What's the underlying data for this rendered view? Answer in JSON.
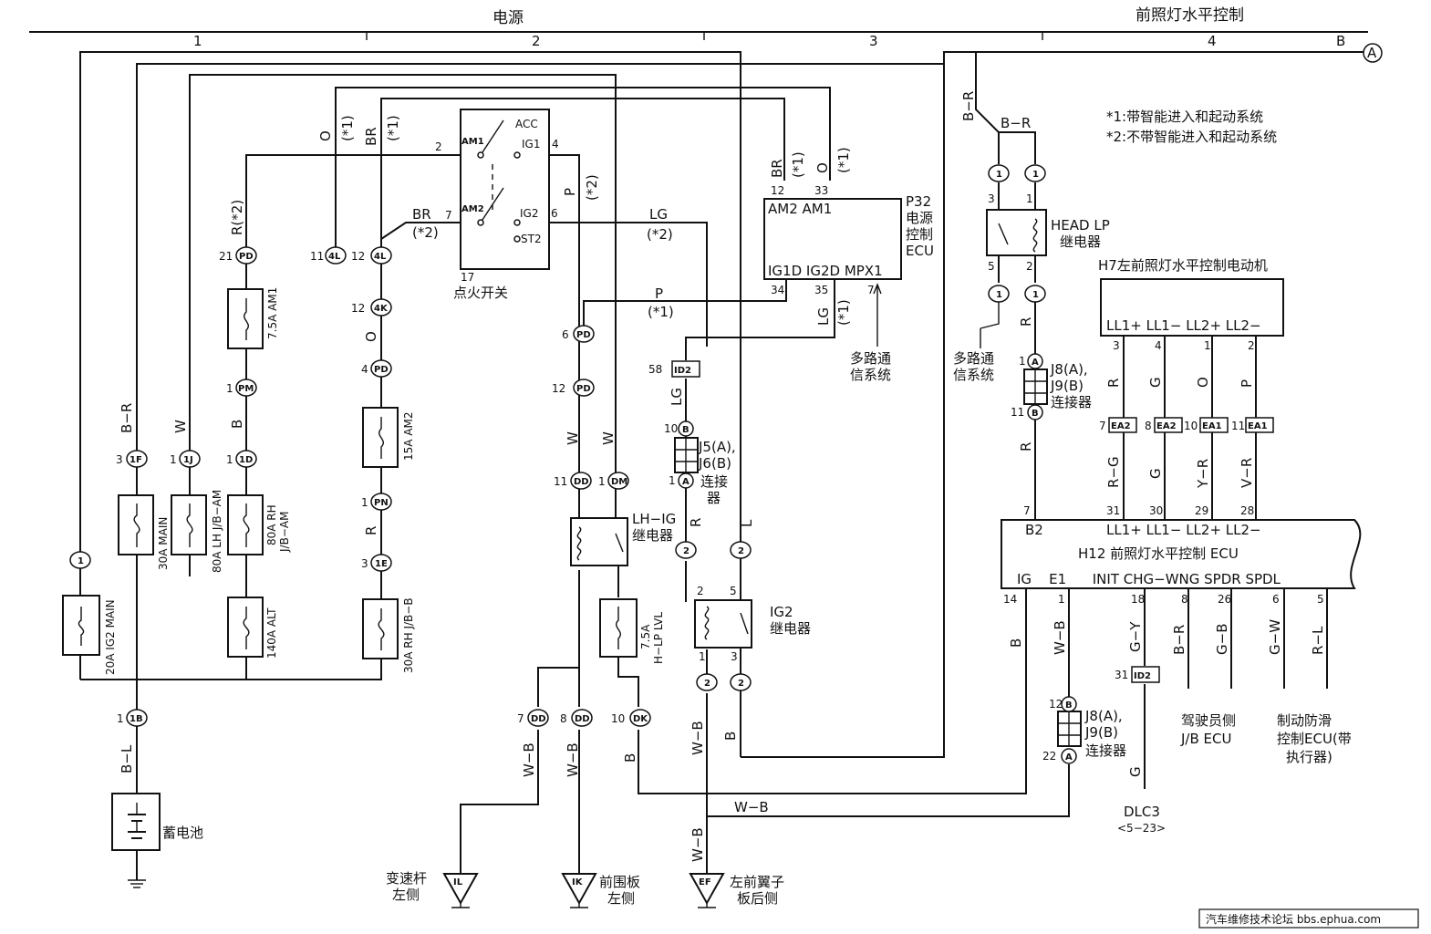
{
  "header": {
    "section_power": "电源",
    "section_headlight": "前照灯水平控制",
    "cols": [
      "1",
      "2",
      "3",
      "4"
    ],
    "b_label": "B",
    "ref_a": "A"
  },
  "notes": {
    "note1": "*1:带智能进入和起动系统",
    "note2": "*2:不带智能进入和起动系统"
  },
  "components": {
    "ignition_switch": {
      "no": "17",
      "name": "点火开关",
      "acc": "ACC",
      "am1": "AM1",
      "am2": "AM2",
      "ig1": "IG1",
      "ig2": "IG2",
      "st2": "ST2",
      "p2": "2",
      "p4": "4",
      "p7": "7",
      "p6": "6"
    },
    "power_ecu": {
      "code": "P32",
      "name1": "电源",
      "name2": "控制",
      "name3": "ECU",
      "pins_top": "AM2 AM1",
      "pins_bottom": "IG1D IG2D MPX1",
      "p12": "12",
      "p33": "33",
      "p34": "34",
      "p35": "35",
      "p7": "7"
    },
    "head_lp_relay": {
      "name": "HEAD LP",
      "name2": "继电器",
      "p3": "3",
      "p1": "1",
      "p5": "5",
      "p2": "2"
    },
    "h7_motor": {
      "name": "H7左前照灯水平控制电动机",
      "pins": "LL1+ LL1− LL2+ LL2−",
      "p3": "3",
      "p4": "4",
      "p1": "1",
      "p2": "2"
    },
    "h12_ecu": {
      "name": "H12 前照灯水平控制 ECU",
      "b2": "B2",
      "top_pins": "LL1+ LL1− LL2+ LL2−",
      "bottom_pins": "IG    E1      INIT CHG−WNG SPDR SPDL",
      "p7": "7",
      "p31": "31",
      "p30": "30",
      "p29": "29",
      "p28": "28",
      "p14": "14",
      "p1": "1",
      "p18": "18",
      "p8": "8",
      "p26": "26",
      "p6": "6",
      "p5": "5"
    },
    "lh_ig_relay": {
      "name1": "LH−IG",
      "name2": "继电器"
    },
    "ig2_relay": {
      "name1": "IG2",
      "name2": "继电器",
      "p2": "2",
      "p5": "5",
      "p1": "1",
      "p3": "3"
    },
    "battery": {
      "name": "蓄电池"
    },
    "fuses": {
      "ig2_main": "20A IG2 MAIN",
      "main": "30A MAIN",
      "lh_jb": "80A LH J/B−AM",
      "rh_jb1": "80A RH",
      "rh_jb2": "J/B−AM",
      "am1": "7.5A AM1",
      "alt": "140A ALT",
      "am2": "15A AM2",
      "rh_jb_b": "30A RH J/B−B",
      "hlp1": "7.5A",
      "hlp2": "H−LP LVL"
    },
    "j5_j6": {
      "a": "J5(A),",
      "b": "J6(B)",
      "c1": "连接",
      "c2": "器",
      "p10": "10",
      "p1": "1"
    },
    "j8_j9_top": {
      "a": "J8(A),",
      "b": "J9(B)",
      "c": "连接器",
      "p1": "1",
      "p11": "11"
    },
    "j8_j9_bottom": {
      "a": "J8(A),",
      "b": "J9(B)",
      "c": "连接器",
      "p12": "12",
      "p22": "22"
    },
    "multiplex1": {
      "l1": "多路通",
      "l2": "信系统"
    },
    "multiplex2": {
      "l1": "多路通",
      "l2": "信系统"
    },
    "driver_jb": {
      "l1": "驾驶员侧",
      "l2": "J/B ECU"
    },
    "abs_ecu": {
      "l1": "制动防滑",
      "l2": "控制ECU(带",
      "l3": "执行器)"
    },
    "dlc3": {
      "l1": "DLC3",
      "l2": "<5−23>"
    }
  },
  "grounds": {
    "il": {
      "code": "IL",
      "l1": "变速杆",
      "l2": "左侧"
    },
    "ik": {
      "code": "IK",
      "l1": "前围板",
      "l2": "左侧"
    },
    "ef": {
      "code": "EF",
      "l1": "左前翼子",
      "l2": "板后侧"
    }
  },
  "connectors": {
    "1F": "1F",
    "1J": "1J",
    "1D": "1D",
    "1B": "1B",
    "PM": "PM",
    "PD": "PD",
    "4L": "4L",
    "4K": "4K",
    "PN": "PN",
    "1E": "1E",
    "DD": "DD",
    "DM": "DM",
    "DK": "DK",
    "ID2": "ID2",
    "EA2": "EA2",
    "EA1": "EA1",
    "c1": "1",
    "c2": "2",
    "A": "A",
    "B": "B"
  },
  "pins": {
    "p3": "3",
    "p21": "21",
    "p1": "1",
    "p11": "11",
    "p12": "12",
    "p4": "4",
    "p6": "6",
    "p7": "7",
    "p8": "8",
    "p10": "10",
    "p58": "58",
    "p31": "31",
    "p22": "22"
  },
  "wires": {
    "BR": "B−R",
    "W": "W",
    "B": "B",
    "BL": "B−L",
    "R2": "R(*2)",
    "O": "O",
    "BR2": "BR",
    "star1": "(*1)",
    "star2": "(*2)",
    "R": "R",
    "P": "P",
    "LG": "LG",
    "L": "L",
    "WB": "W−B",
    "RG": "R−G",
    "G": "G",
    "YR": "Y−R",
    "VR": "V−R",
    "GY": "G−Y",
    "GB": "G−B",
    "GW": "G−W",
    "RL": "R−L"
  },
  "watermark": "汽车维修技术论坛 bbs.ephua.com"
}
